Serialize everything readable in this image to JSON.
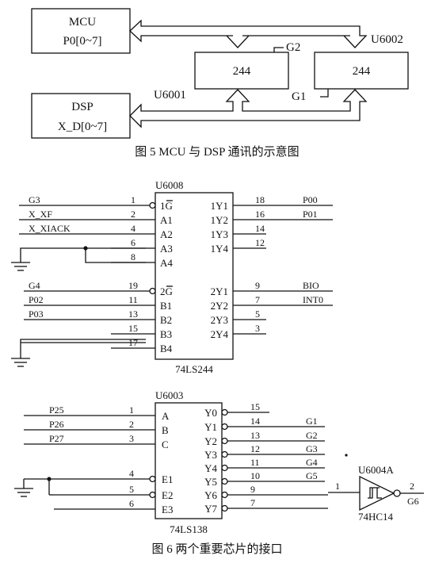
{
  "fig5": {
    "mcu_line1": "MCU",
    "mcu_line2": "P0[0~7]",
    "dsp_line1": "DSP",
    "dsp_line2": "X_D[0~7]",
    "chip_left": "244",
    "chip_right": "244",
    "g2": "G2",
    "g1": "G1",
    "u6001": "U6001",
    "u6002": "U6002",
    "caption": "图 5  MCU 与 DSP 通讯的示意图"
  },
  "fig6": {
    "chip1": {
      "ref": "U6008",
      "name": "74LS244",
      "left_pins": [
        {
          "label": "1G",
          "num": "1",
          "sig": "G3"
        },
        {
          "label": "A1",
          "num": "2",
          "sig": "X_XF"
        },
        {
          "label": "A2",
          "num": "4",
          "sig": "X_XIACK"
        },
        {
          "label": "A3",
          "num": "6",
          "sig": ""
        },
        {
          "label": "A4",
          "num": "8",
          "sig": ""
        },
        {
          "label": "2G",
          "num": "19",
          "sig": "G4"
        },
        {
          "label": "B1",
          "num": "11",
          "sig": "P02"
        },
        {
          "label": "B2",
          "num": "13",
          "sig": "P03"
        },
        {
          "label": "B3",
          "num": "15",
          "sig": ""
        },
        {
          "label": "B4",
          "num": "17",
          "sig": ""
        }
      ],
      "right_pins": [
        {
          "label": "1Y1",
          "num": "18",
          "sig": "P00"
        },
        {
          "label": "1Y2",
          "num": "16",
          "sig": "P01"
        },
        {
          "label": "1Y3",
          "num": "14",
          "sig": ""
        },
        {
          "label": "1Y4",
          "num": "12",
          "sig": ""
        },
        {
          "label": "2Y1",
          "num": "9",
          "sig": "BIO"
        },
        {
          "label": "2Y2",
          "num": "7",
          "sig": "INT0"
        },
        {
          "label": "2Y3",
          "num": "5",
          "sig": ""
        },
        {
          "label": "2Y4",
          "num": "3",
          "sig": ""
        }
      ]
    },
    "chip2": {
      "ref": "U6003",
      "name": "74LS138",
      "left_pins": [
        {
          "label": "A",
          "num": "1",
          "sig": "P25"
        },
        {
          "label": "B",
          "num": "2",
          "sig": "P26"
        },
        {
          "label": "C",
          "num": "3",
          "sig": "P27"
        },
        {
          "label": "E1",
          "num": "4",
          "sig": ""
        },
        {
          "label": "E2",
          "num": "5",
          "sig": ""
        },
        {
          "label": "E3",
          "num": "6",
          "sig": ""
        }
      ],
      "right_pins": [
        {
          "label": "Y0",
          "num": "15",
          "sig": ""
        },
        {
          "label": "Y1",
          "num": "14",
          "sig": "G1"
        },
        {
          "label": "Y2",
          "num": "13",
          "sig": "G2"
        },
        {
          "label": "Y3",
          "num": "12",
          "sig": "G3"
        },
        {
          "label": "Y4",
          "num": "11",
          "sig": "G4"
        },
        {
          "label": "Y5",
          "num": "10",
          "sig": "G5"
        },
        {
          "label": "Y6",
          "num": "9",
          "sig": ""
        },
        {
          "label": "Y7",
          "num": "7",
          "sig": ""
        }
      ]
    },
    "inverter": {
      "ref": "U6004A",
      "name": "74HC14",
      "in_num": "1",
      "out_num": "2",
      "out_sig": "G6"
    },
    "caption": "图 6  两个重要芯片的接口"
  }
}
